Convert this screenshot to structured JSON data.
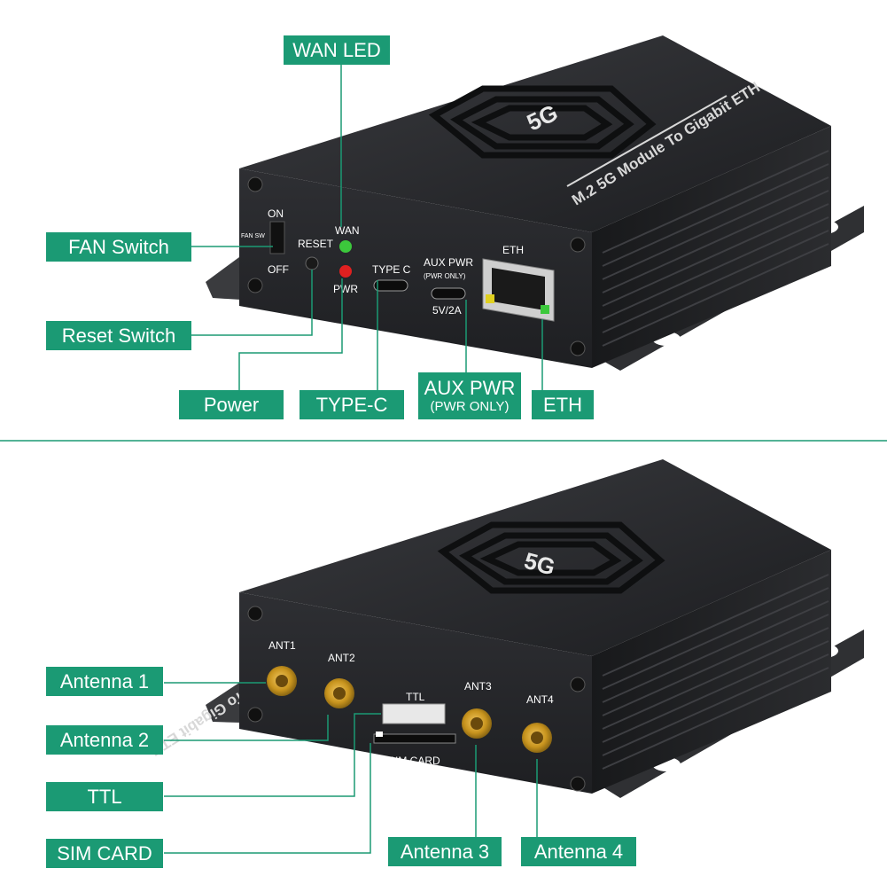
{
  "callouts": {
    "wan_led": "WAN LED",
    "fan_switch": "FAN  Switch",
    "reset_switch": "Reset Switch",
    "power": "Power",
    "type_c": "TYPE-C",
    "aux_pwr": "AUX  PWR",
    "aux_pwr_sub": "(PWR  ONLY)",
    "eth": "ETH",
    "antenna_1": "Antenna 1",
    "antenna_2": "Antenna 2",
    "ttl": "TTL",
    "sim_card": "SIM  CARD",
    "antenna_3": "Antenna 3",
    "antenna_4": "Antenna 4"
  },
  "panel_front": {
    "on": "ON",
    "off": "OFF",
    "fan_sw": "FAN SW",
    "reset": "RESET",
    "wan": "WAN",
    "pwr": "PWR",
    "type_c": "TYPE C",
    "aux_pwr": "AUX PWR",
    "aux_pwr_sub": "(PWR  ONLY)",
    "aux_rating": "5V/2A",
    "eth": "ETH"
  },
  "panel_back": {
    "ant1": "ANT1",
    "ant2": "ANT2",
    "ant3": "ANT3",
    "ant4": "ANT4",
    "ttl": "TTL",
    "sim_card": "SIM CARD"
  },
  "top_print": {
    "logo": "5G",
    "text": "M.2 5G Module To Gigabit ETH"
  },
  "colors": {
    "callout_green": "#1b9a74",
    "device_body": "#2a2b2e",
    "led_green": "#3cc83c",
    "led_red": "#e02020",
    "antenna_gold": "#c8941e"
  }
}
